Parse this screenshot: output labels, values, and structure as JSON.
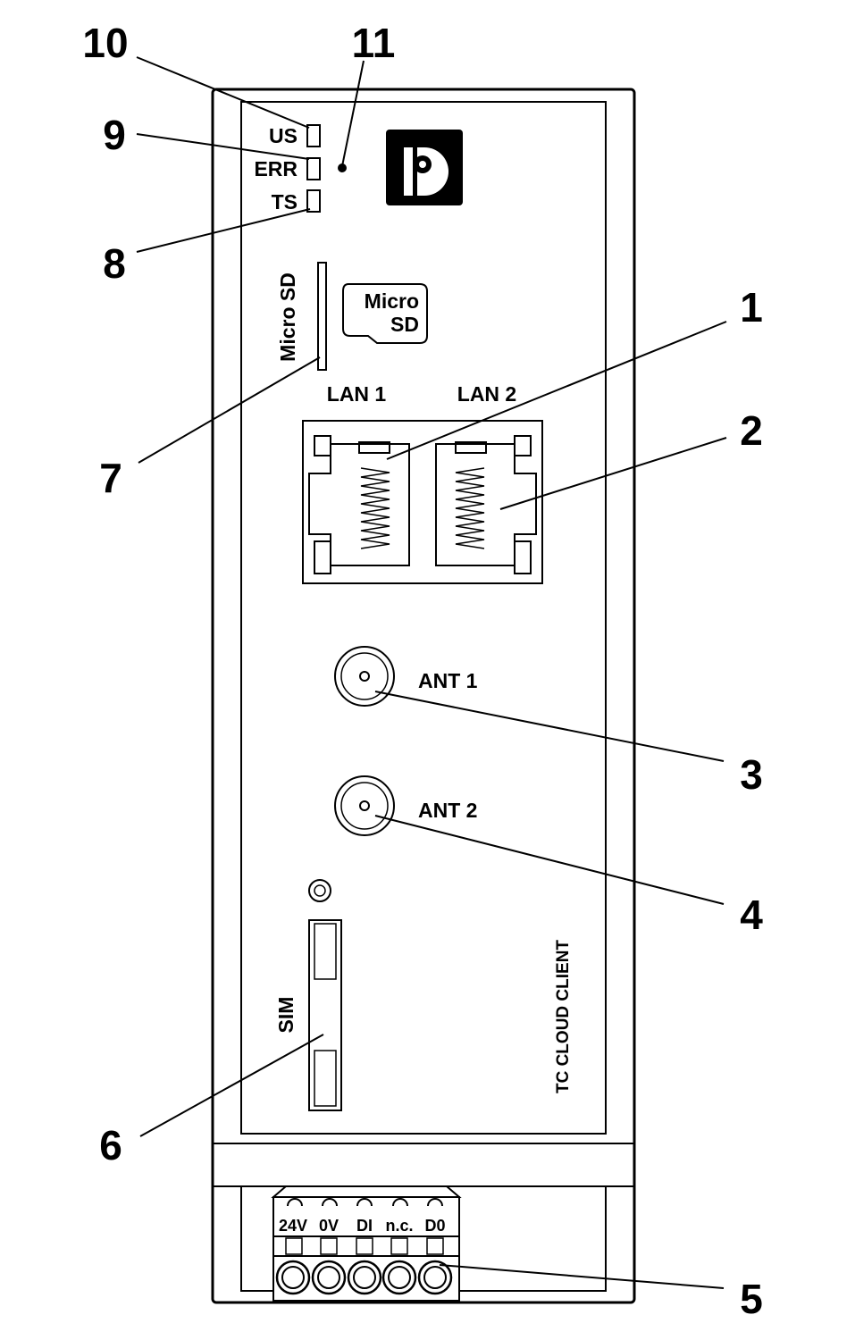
{
  "callouts": {
    "c1": "1",
    "c2": "2",
    "c3": "3",
    "c4": "4",
    "c5": "5",
    "c6": "6",
    "c7": "7",
    "c8": "8",
    "c9": "9",
    "c10": "10",
    "c11": "11"
  },
  "leds": {
    "us": "US",
    "err": "ERR",
    "ts": "TS"
  },
  "microsd": {
    "slot_label": "Micro SD",
    "icon_line1": "Micro",
    "icon_line2": "SD"
  },
  "lan": {
    "port1": "LAN 1",
    "port2": "LAN 2"
  },
  "antennas": {
    "ant1": "ANT 1",
    "ant2": "ANT 2"
  },
  "sim": {
    "label": "SIM"
  },
  "product": {
    "name": "TC CLOUD CLIENT"
  },
  "terminal": {
    "t1": "24V",
    "t2": "0V",
    "t3": "DI",
    "t4": "n.c.",
    "t5": "D0"
  }
}
